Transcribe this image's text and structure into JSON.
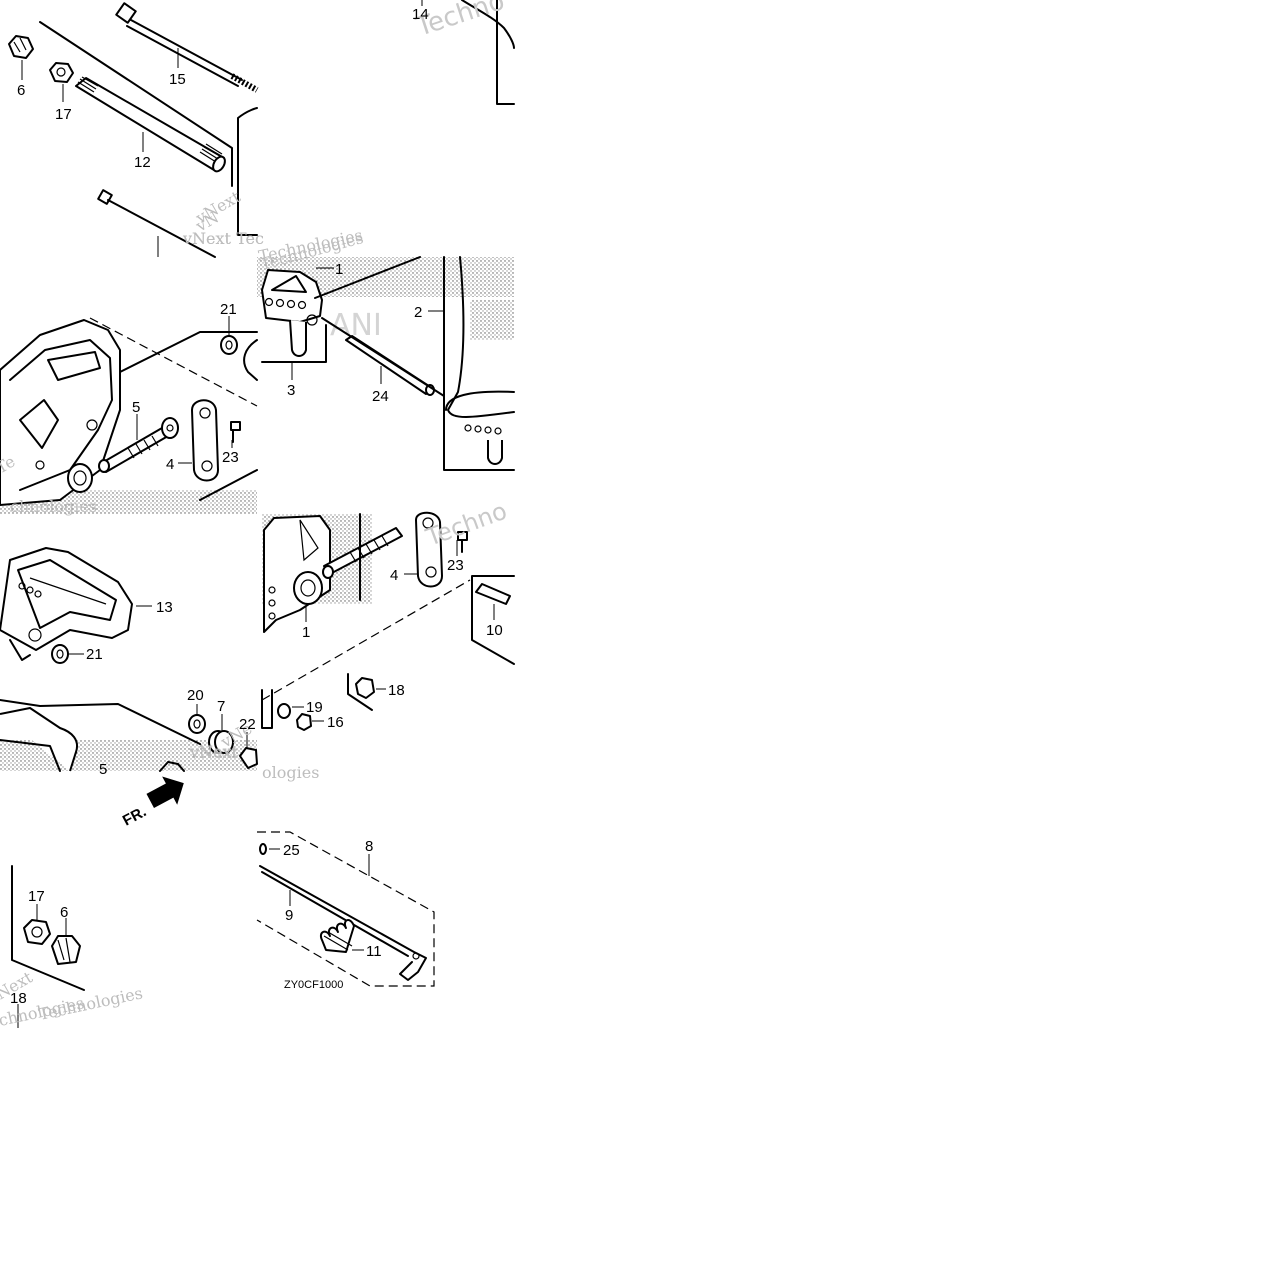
{
  "diagram": {
    "code": "ZY0CF1000",
    "direction_label": "FR.",
    "watermark_lines": [
      "vNext",
      "Technologies",
      "vNext Tec",
      "Technologies",
      "vNext"
    ],
    "callouts": [
      "14",
      "15",
      "6",
      "17",
      "12",
      "1",
      "2",
      "3",
      "24",
      "21",
      "5",
      "4",
      "23",
      "13",
      "21",
      "1",
      "4",
      "23",
      "10",
      "18",
      "19",
      "16",
      "20",
      "7",
      "22",
      "5",
      "8",
      "25",
      "9",
      "11",
      "17",
      "6",
      "18"
    ]
  }
}
